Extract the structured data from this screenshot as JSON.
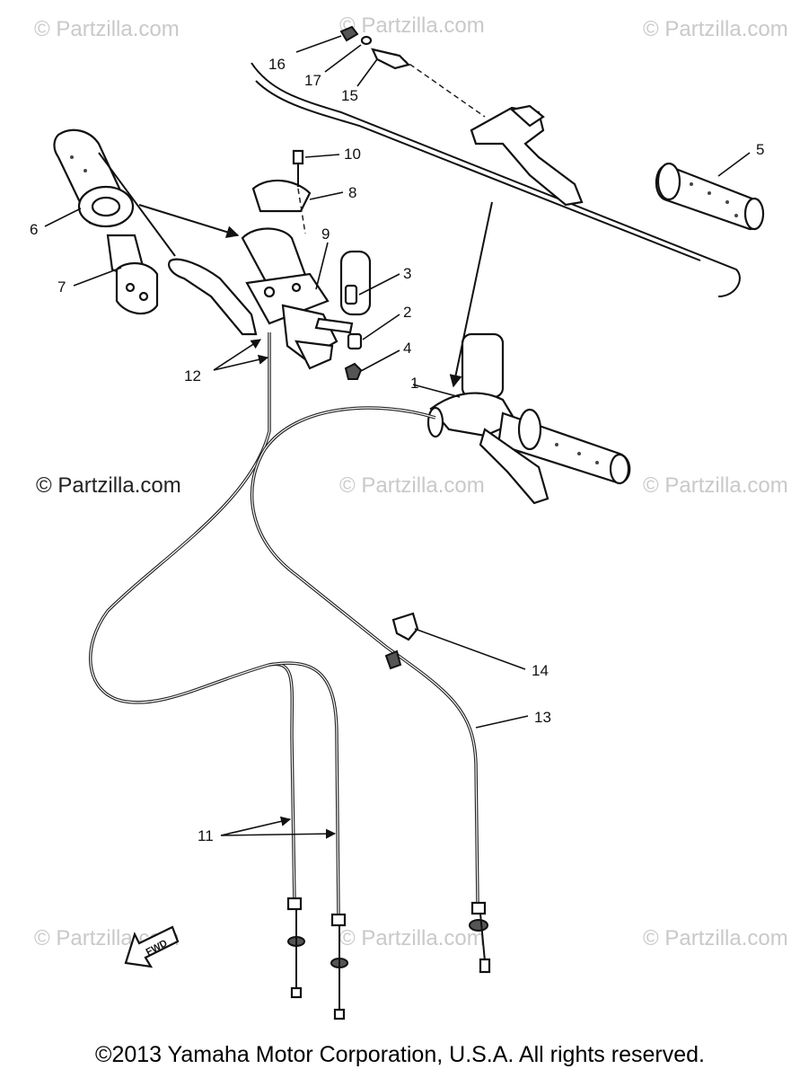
{
  "watermarks": [
    "© Partzilla.com",
    "© Partzilla.com",
    "© Partzilla.com",
    "© Partzilla.com",
    "© Partzilla.com",
    "© Partzilla.com",
    "© Partzilla.com",
    "© Partzilla.com",
    "© Partzilla.com"
  ],
  "callouts": [
    "1",
    "2",
    "3",
    "4",
    "5",
    "6",
    "7",
    "8",
    "9",
    "10",
    "11",
    "12",
    "13",
    "14",
    "15",
    "16",
    "17"
  ],
  "fwd_label": "FWD",
  "copyright": "©2013 Yamaha Motor Corporation, U.S.A. All rights reserved."
}
